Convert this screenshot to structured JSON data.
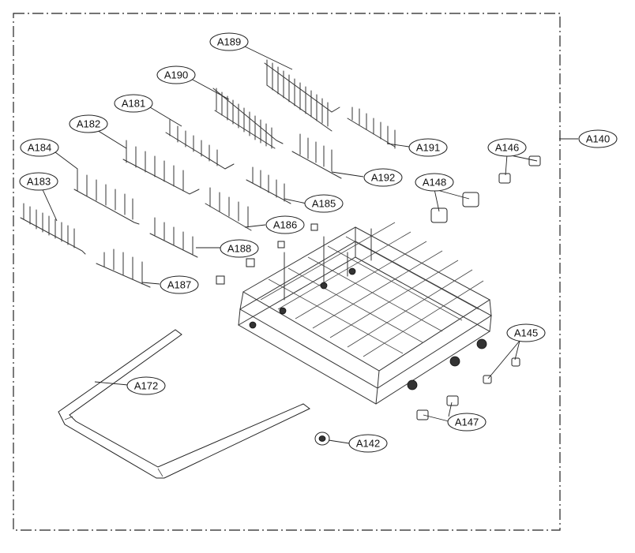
{
  "callouts": {
    "a189": "A189",
    "a190": "A190",
    "a181": "A181",
    "a182": "A182",
    "a184": "A184",
    "a183": "A183",
    "a191": "A191",
    "a192": "A192",
    "a185": "A185",
    "a186": "A186",
    "a188": "A188",
    "a187": "A187",
    "a140": "A140",
    "a146": "A146",
    "a148": "A148",
    "a145": "A145",
    "a172": "A172",
    "a147": "A147",
    "a142": "A142"
  }
}
